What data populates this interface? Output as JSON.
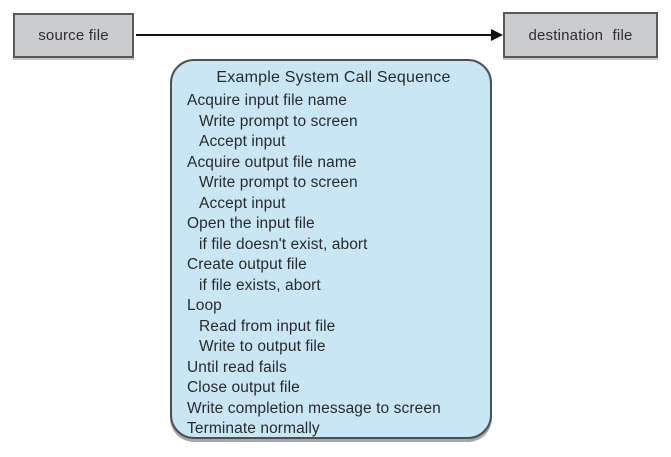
{
  "figure": {
    "source_box": {
      "label": "source file"
    },
    "destination_box": {
      "label": "destination file"
    },
    "arrow": {
      "direction": "right",
      "from": "source file",
      "to": "destination file"
    },
    "call_box": {
      "title": "Example System Call Sequence",
      "lines": [
        {
          "text": "Acquire input file name",
          "indent": 0
        },
        {
          "text": "Write prompt to screen",
          "indent": 1
        },
        {
          "text": "Accept input",
          "indent": 1
        },
        {
          "text": "Acquire output file name",
          "indent": 0
        },
        {
          "text": "Write prompt to screen",
          "indent": 1
        },
        {
          "text": "Accept input",
          "indent": 1
        },
        {
          "text": "Open the input file",
          "indent": 0
        },
        {
          "text": "if file doesn't exist, abort",
          "indent": 1
        },
        {
          "text": "Create output file",
          "indent": 0
        },
        {
          "text": "if file exists, abort",
          "indent": 1
        },
        {
          "text": "Loop",
          "indent": 0
        },
        {
          "text": "Read from input file",
          "indent": 1
        },
        {
          "text": "Write to output file",
          "indent": 1
        },
        {
          "text": "Until read fails",
          "indent": 0
        },
        {
          "text": "Close output file",
          "indent": 0
        },
        {
          "text": "Write completion message to screen",
          "indent": 0
        },
        {
          "text": "Terminate normally",
          "indent": 0
        }
      ]
    },
    "colors": {
      "box_gray": "#cbccce",
      "box_border": "#58595b",
      "callbox_blue": "#c9e6f5",
      "callbox_border": "#4f5054",
      "text": "#2a2a2c",
      "arrow": "#111111",
      "background": "#ffffff"
    }
  }
}
